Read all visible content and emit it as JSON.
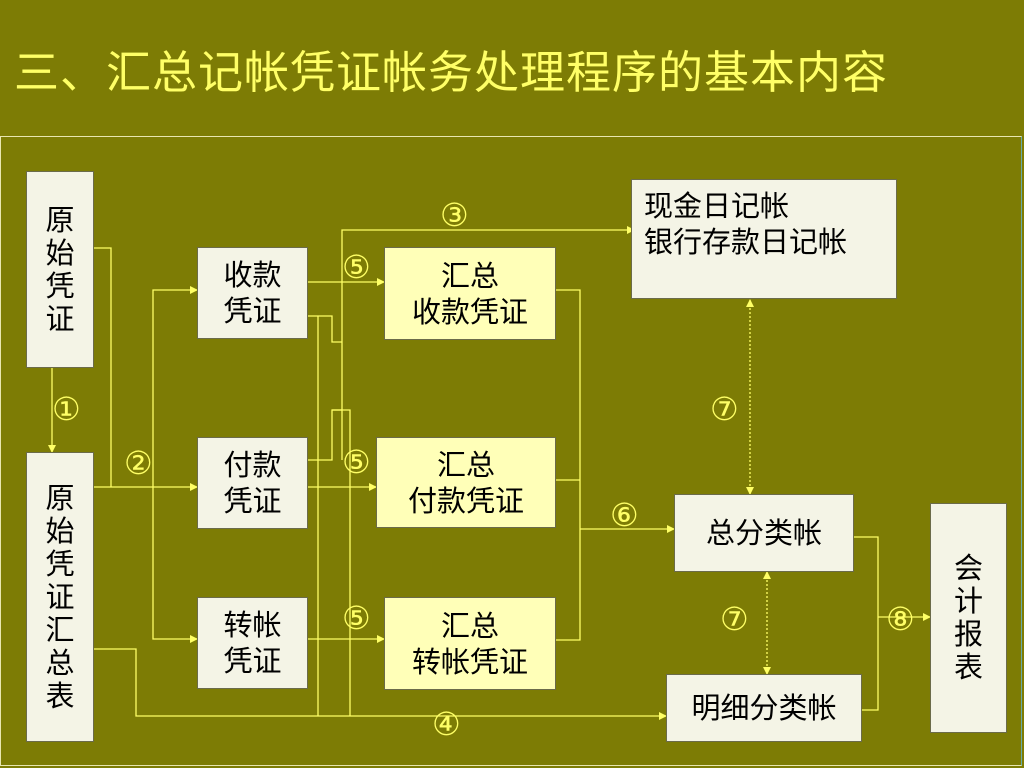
{
  "title": "三、汇总记帐凭证帐务处理程序的基本内容",
  "boxes": {
    "original_voucher": "原始凭证",
    "original_summary": "原始凭证汇总表",
    "receipt_voucher": [
      "收款",
      "凭证"
    ],
    "payment_voucher": [
      "付款",
      "凭证"
    ],
    "transfer_voucher": [
      "转帐",
      "凭证"
    ],
    "summary_receipt": [
      "汇总",
      "收款凭证"
    ],
    "summary_payment": [
      "汇总",
      "付款凭证"
    ],
    "summary_transfer": [
      "汇总",
      "转帐凭证"
    ],
    "journals": [
      "现金日记帐",
      "银行存款日记帐"
    ],
    "general_ledger": "总分类帐",
    "subsidiary_ledger": "明细分类帐",
    "reports": "会计报表"
  },
  "step_labels": {
    "s1": "①",
    "s2": "②",
    "s3": "③",
    "s4": "④",
    "s5a": "⑤",
    "s5b": "⑤",
    "s5c": "⑤",
    "s6": "⑥",
    "s7a": "⑦",
    "s7b": "⑦",
    "s8": "⑧"
  },
  "colors": {
    "background": "#7d7c05",
    "line": "#ffff66",
    "title": "#ffff66",
    "box_white": "#f4f4e6",
    "box_yellow": "#ffffb8"
  }
}
